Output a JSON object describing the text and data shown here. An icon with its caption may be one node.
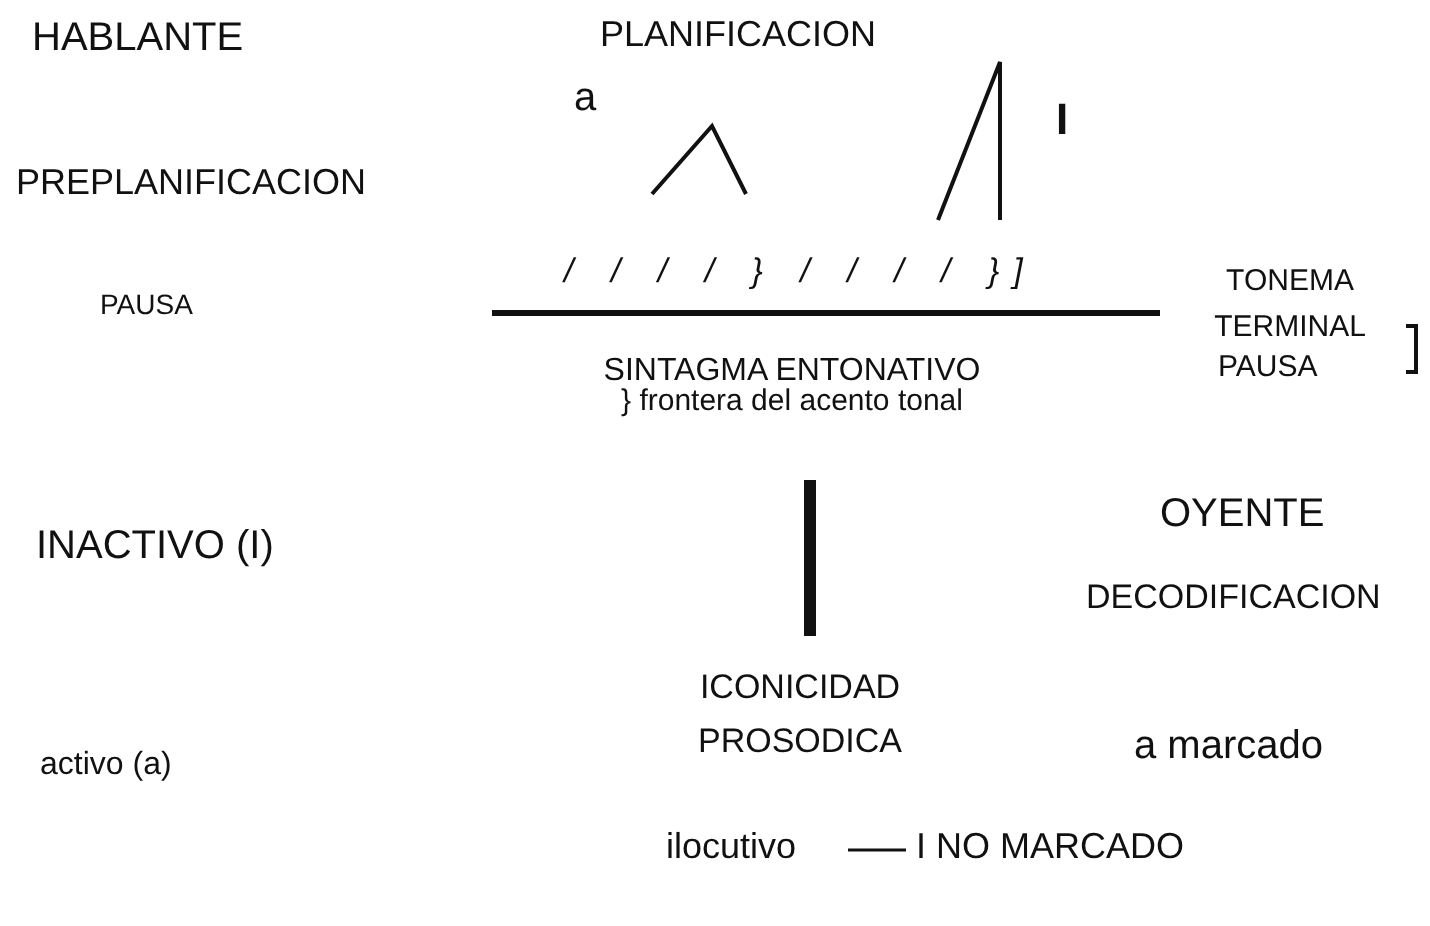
{
  "diagram": {
    "labels": [
      "HABLANTE",
      "PLANIFICACION",
      "a",
      "PREPLANIFICACION",
      "I",
      "TONEMA TERMINAL",
      "/ / / / } / / / / }]",
      "PAUSA",
      "PAUSA",
      "SINTAGMA ENTONATIVO",
      "} frontera del acento tonal",
      "INACTIVO (I)",
      "OYENTE",
      "DECODIFICACION",
      "ICONICIDAD PROSODICA",
      "activo (a)",
      "a marcado",
      "ilocutivo",
      "I NO MARCADO"
    ]
  }
}
